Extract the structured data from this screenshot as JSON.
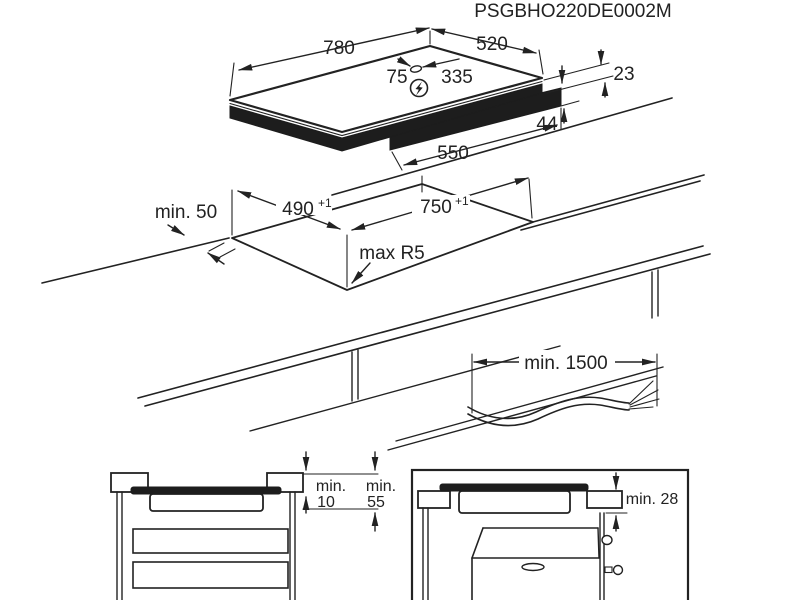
{
  "title": "PSGBHO220DE0002M",
  "accent_color": "#222222",
  "top_view": {
    "width": "780",
    "depth": "520",
    "conn_left": "75",
    "conn_right": "335",
    "height_above": "23",
    "height_below": "44",
    "recess_width": "550",
    "electrical_icon": "lightning-bolt"
  },
  "cutout_view": {
    "front_min": "min. 50",
    "depth": "490",
    "depth_tol": "+1",
    "width": "750",
    "width_tol": "+1",
    "radius": "max R5"
  },
  "cable_view": {
    "min_length": "min. 1500"
  },
  "drawer_view": {
    "min1": "min.",
    "v1": "10",
    "min2": "min.",
    "v2": "55"
  },
  "oven_view": {
    "min_clearance": "min. 28"
  }
}
